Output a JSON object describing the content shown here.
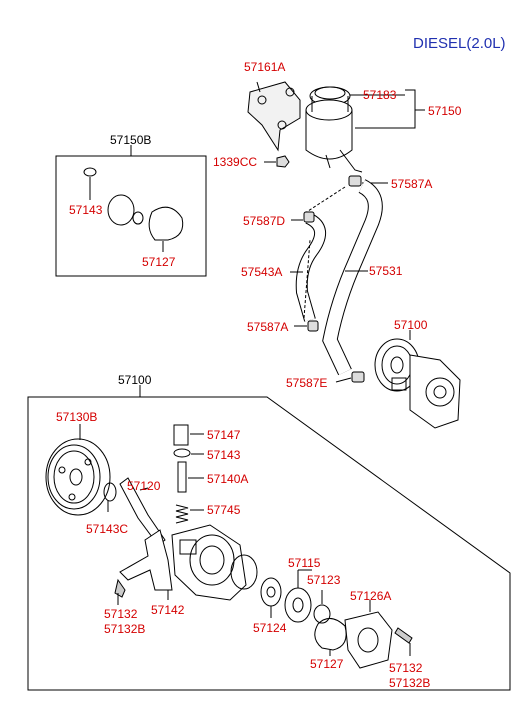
{
  "diagram": {
    "title": "DIESEL(2.0L)",
    "labels": {
      "p57161A": "57161A",
      "p57183": "57183",
      "p57150": "57150",
      "p1339CC": "1339CC",
      "p57587A_top": "57587A",
      "p57587D": "57587D",
      "p57543A": "57543A",
      "p57531": "57531",
      "p57587A_mid": "57587A",
      "p57100_small": "57100",
      "p57587E": "57587E",
      "p57150B": "57150B",
      "p57143_kit": "57143",
      "p57127_kit": "57127",
      "p57100_main": "57100",
      "p57130B": "57130B",
      "p57147": "57147",
      "p57143": "57143",
      "p57140A": "57140A",
      "p57120": "57120",
      "p57745": "57745",
      "p57143C": "57143C",
      "p57115": "57115",
      "p57123": "57123",
      "p57126A": "57126A",
      "p57132_left": "57132",
      "p57132B_left": "57132B",
      "p57142": "57142",
      "p57124": "57124",
      "p57127": "57127",
      "p57132_right": "57132",
      "p57132B_right": "57132B"
    }
  }
}
